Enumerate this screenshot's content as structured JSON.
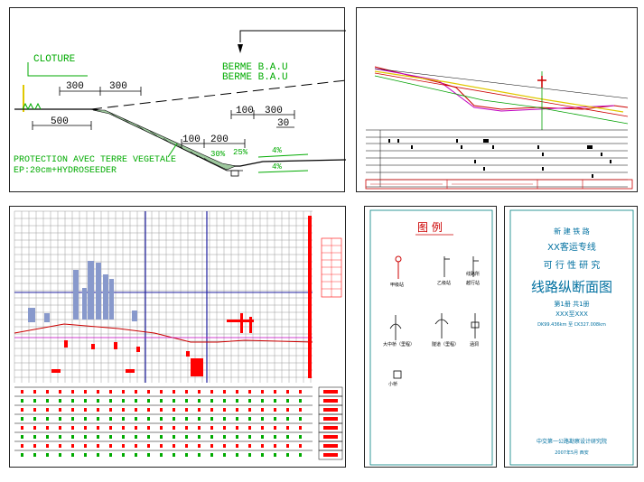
{
  "cross_section": {
    "cloture": "CLOTURE",
    "berme_1": "BERME B.A.U",
    "berme_2": "BERME B.A.U",
    "dim_300a": "300",
    "dim_300b": "300",
    "dim_500": "500",
    "dim_100a": "100",
    "dim_300c": "300",
    "dim_30": "30",
    "dim_100b": "100",
    "dim_200": "200",
    "slope_30pct": "30%",
    "slope_25pct": "25%",
    "slope_4pct_a": "4%",
    "slope_4pct_b": "4%",
    "protection_1": "PROTECTION AVEC TERRE VEGETALE",
    "protection_2": "EP:20cm+HYDROSEEDER",
    "colors": {
      "line": "#000000",
      "label": "#00aa00",
      "fence": "#e0c800"
    }
  },
  "profile_small": {
    "colors": {
      "ground": "#cc0000",
      "yellow": "#e0c800",
      "magenta": "#c000c0",
      "green": "#00a000"
    }
  },
  "profile_large": {
    "colors": {
      "grid": "#9a9a9a",
      "grid_blue": "#2020a0",
      "bars": "#8899cc",
      "red": "#ff0000",
      "green": "#00aa00"
    }
  },
  "legend": {
    "title": "图    例",
    "items": [
      "甲级站",
      "乙级站",
      "越行站",
      "线路所",
      "大中桥（里程）",
      "隧道（里程）",
      "涵洞",
      "小桥"
    ],
    "colors": {
      "frame": "#008080",
      "title": "#cc0000"
    }
  },
  "cover": {
    "line1": "新 建 铁 路",
    "line2": "XX客运专线",
    "line3": "可 行 性 研 究",
    "title": "线路纵断面图",
    "line5": "第1册 共1册",
    "line6": "XXX至XXX",
    "line7": "DK99.436km 至 CK327.008km",
    "institute": "中交第一公路勘察设计研究院",
    "date": "2007年5月    西安",
    "colors": {
      "frame": "#008080",
      "text": "#0070a0"
    }
  }
}
